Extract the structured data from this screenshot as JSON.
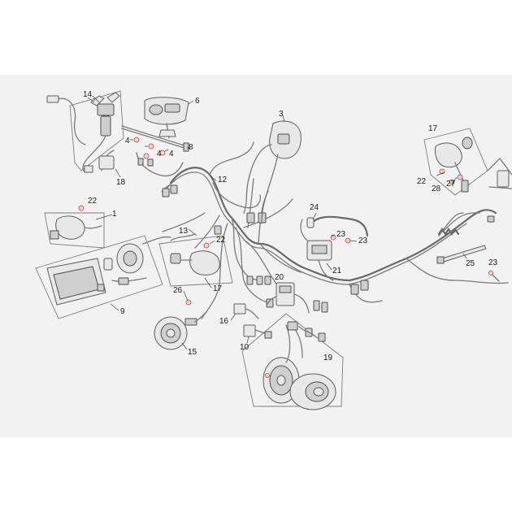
{
  "diagram": {
    "background_color": "#f2f2f2",
    "accent_color": "#c23b3b",
    "callouts": [
      {
        "id": "c14",
        "text": "14"
      },
      {
        "id": "c6",
        "text": "6"
      },
      {
        "id": "c3",
        "text": "3"
      },
      {
        "id": "c17a",
        "text": "17"
      },
      {
        "id": "c4a",
        "text": "4"
      },
      {
        "id": "c4b",
        "text": "4"
      },
      {
        "id": "c4c",
        "text": "4"
      },
      {
        "id": "c8",
        "text": "8"
      },
      {
        "id": "c18",
        "text": "18"
      },
      {
        "id": "c12",
        "text": "12"
      },
      {
        "id": "c22a",
        "text": "22"
      },
      {
        "id": "c28",
        "text": "28"
      },
      {
        "id": "c27",
        "text": "27"
      },
      {
        "id": "c22b",
        "text": "22"
      },
      {
        "id": "c1",
        "text": "1"
      },
      {
        "id": "c24",
        "text": "24"
      },
      {
        "id": "c13",
        "text": "13"
      },
      {
        "id": "c22c",
        "text": "22"
      },
      {
        "id": "c23a",
        "text": "23"
      },
      {
        "id": "c23b",
        "text": "23"
      },
      {
        "id": "c25",
        "text": "25"
      },
      {
        "id": "c23c",
        "text": "23"
      },
      {
        "id": "c21",
        "text": "21"
      },
      {
        "id": "c20",
        "text": "20"
      },
      {
        "id": "c17b",
        "text": "17"
      },
      {
        "id": "c9",
        "text": "9"
      },
      {
        "id": "c26",
        "text": "26"
      },
      {
        "id": "c16",
        "text": "16"
      },
      {
        "id": "c10",
        "text": "10"
      },
      {
        "id": "c19",
        "text": "19"
      },
      {
        "id": "c15",
        "text": "15"
      }
    ]
  }
}
